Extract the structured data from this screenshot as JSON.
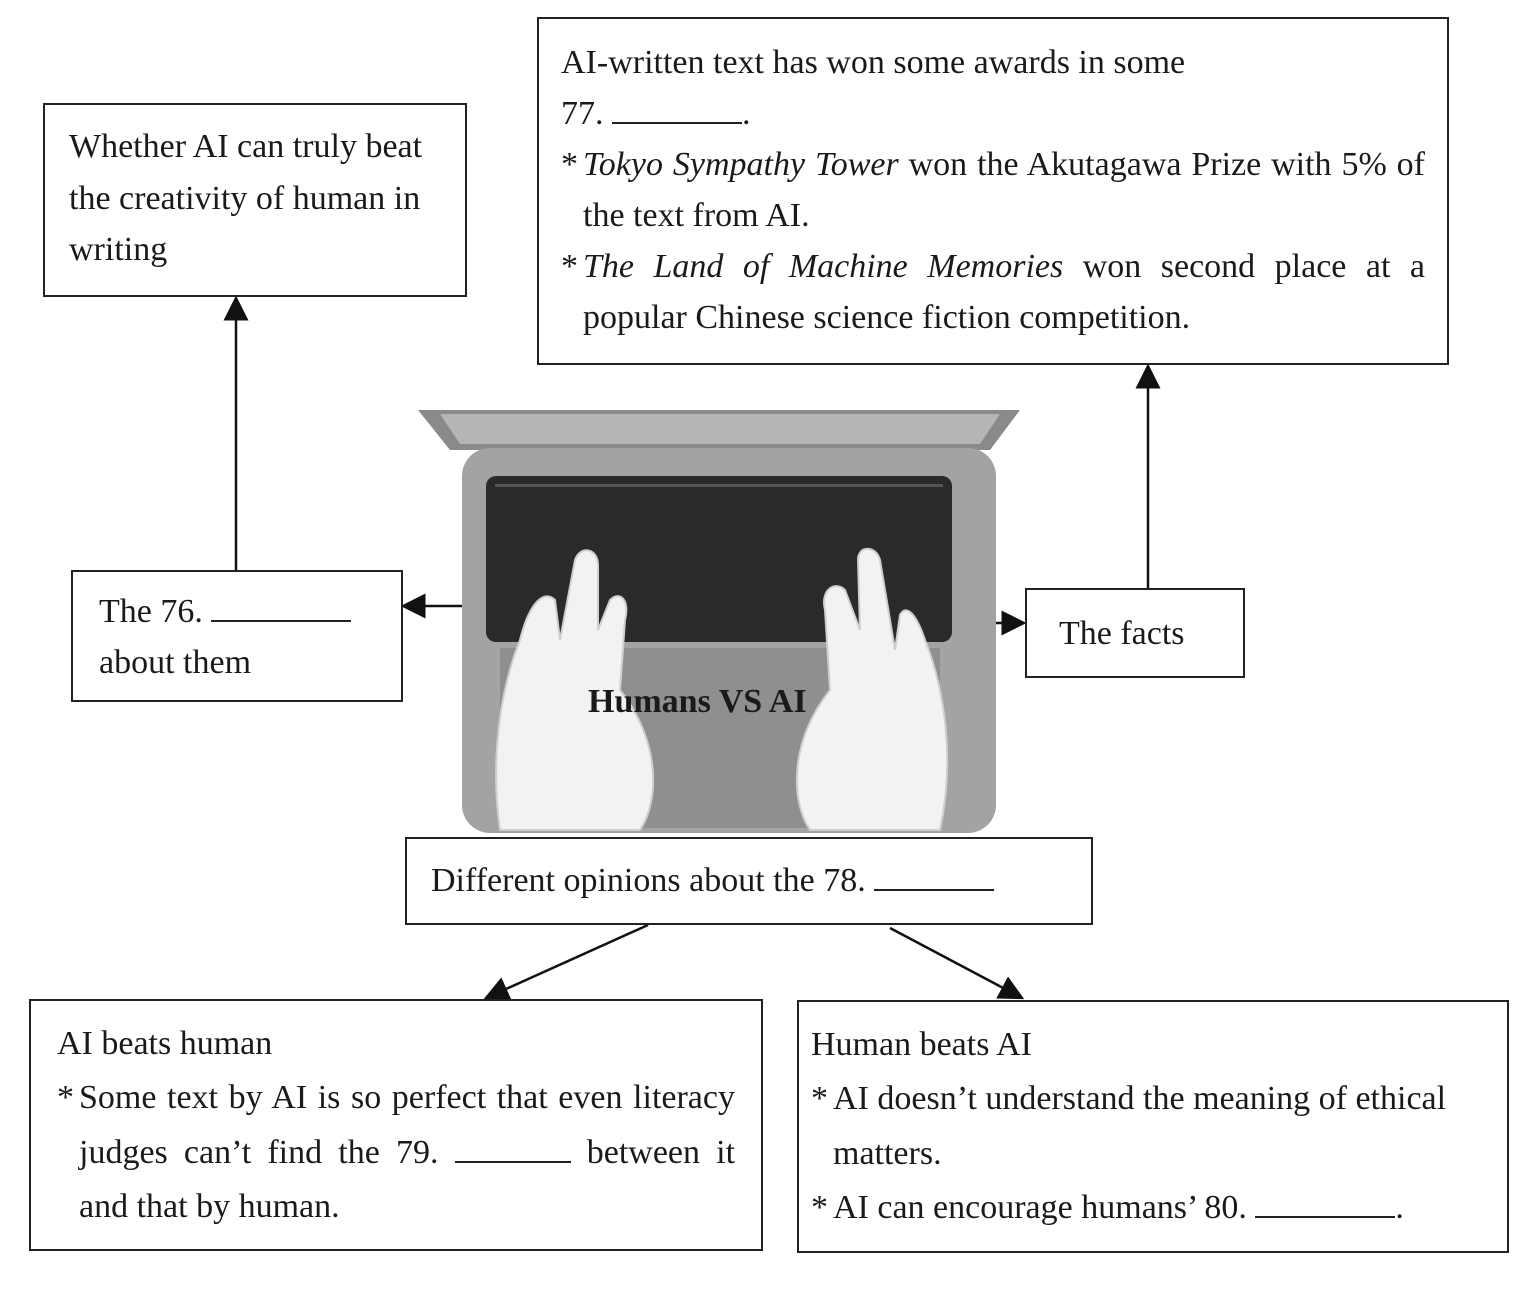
{
  "center_title": "Humans VS AI",
  "center_image": "laptop-typing-hands-icon",
  "top_left_box": {
    "text": "Whether AI can truly beat the creativity of human in writing"
  },
  "left_box": {
    "prefix": "The",
    "number": "76.",
    "suffix": "about them"
  },
  "right_box": {
    "text": "The facts"
  },
  "top_right_box": {
    "line1": "AI-written text has won some awards in some",
    "number": "77.",
    "bullets": [
      {
        "star": "*",
        "italic": "Tokyo Sympathy Tower",
        "rest": " won the Akutagawa Prize with 5% of the text from AI."
      },
      {
        "star": "*",
        "italic": "The Land of Machine Memories",
        "rest": " won second place at a popular Chinese science fiction competition."
      }
    ]
  },
  "middle_box": {
    "text": "Different opinions about the",
    "number": "78."
  },
  "bottom_left_box": {
    "heading": "AI beats human",
    "star": "*",
    "text_before": "Some text by AI is so perfect that even literacy judges can’t find the",
    "number": "79.",
    "text_after": "between it and that by human."
  },
  "bottom_right_box": {
    "heading": "Human beats AI",
    "bullet1_star": "*",
    "bullet1": "AI doesn’t understand the meaning of ethical matters.",
    "bullet2_star": "*",
    "bullet2_before": "AI can encourage humans’",
    "number": "80."
  }
}
